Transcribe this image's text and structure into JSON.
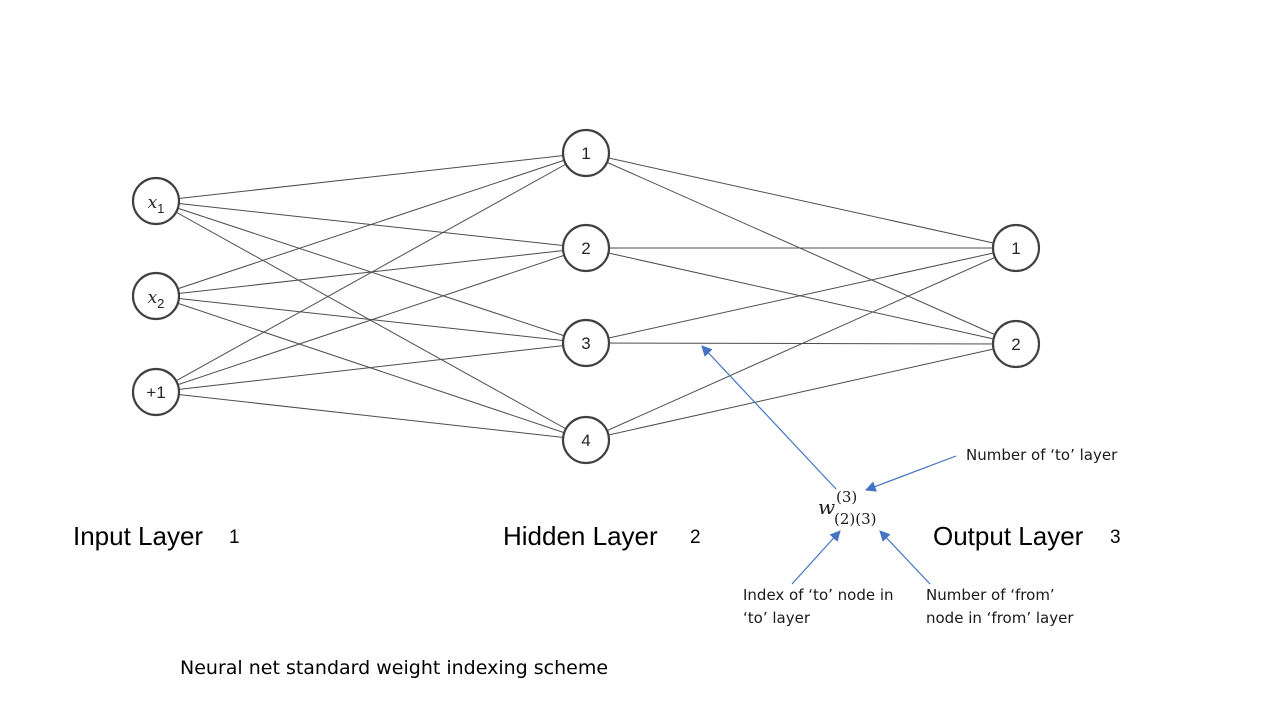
{
  "input_layer": {
    "title": "Input Layer",
    "number": "1",
    "nodes": [
      {
        "id": "x1",
        "var": "x",
        "sub": "1"
      },
      {
        "id": "x2",
        "var": "x",
        "sub": "2"
      },
      {
        "id": "bias",
        "label": "+1"
      }
    ]
  },
  "hidden_layer": {
    "title": "Hidden Layer",
    "number": "2",
    "nodes": [
      {
        "id": "h1",
        "label": "1"
      },
      {
        "id": "h2",
        "label": "2"
      },
      {
        "id": "h3",
        "label": "3"
      },
      {
        "id": "h4",
        "label": "4"
      }
    ]
  },
  "output_layer": {
    "title": "Output Layer",
    "number": "3",
    "nodes": [
      {
        "id": "o1",
        "label": "1"
      },
      {
        "id": "o2",
        "label": "2"
      }
    ]
  },
  "weight_notation": {
    "symbol": "w",
    "superscript": "(3)",
    "subscript": "(2)(3)"
  },
  "annotations": {
    "to_layer": "Number of ‘to’ layer",
    "to_node_line1": "Index of ‘to’ node in",
    "to_node_line2": "‘to’ layer",
    "from_node_line1": "Number of ‘from’",
    "from_node_line2": "node in ‘from’ layer"
  },
  "caption": "Neural net standard weight indexing scheme",
  "colors": {
    "arrow": "#4472c4",
    "edge": "#4d4d4d",
    "node_stroke": "#404040"
  }
}
